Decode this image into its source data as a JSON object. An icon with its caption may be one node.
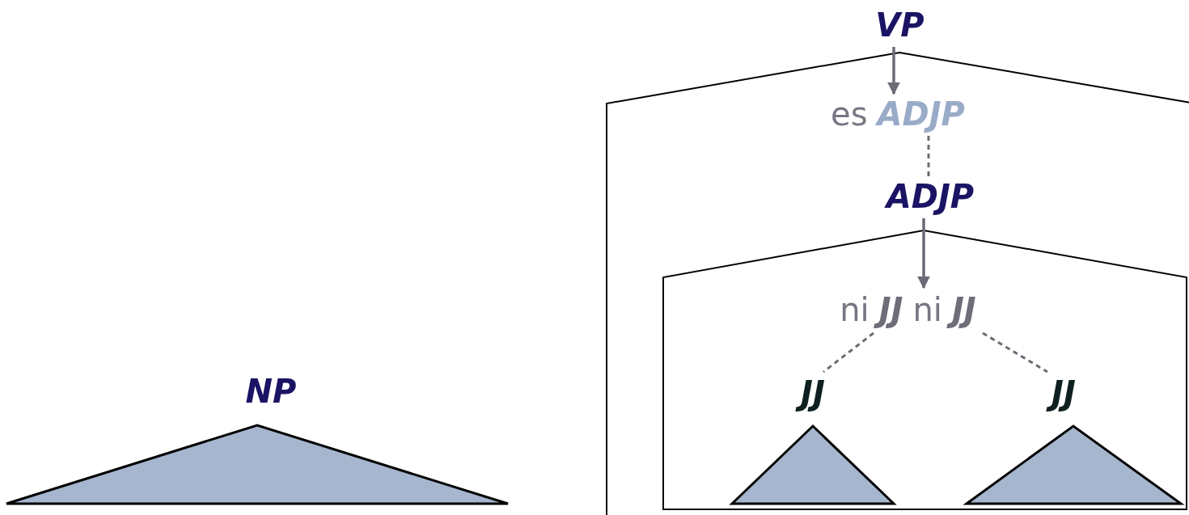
{
  "diagram": {
    "nodes": [
      {
        "text": [
          "NP"
        ]
      },
      {
        "text": [],
        "shape": "triangle"
      },
      {
        "text": [
          "VP"
        ]
      },
      {
        "text": [],
        "shape": "house"
      },
      {
        "text": [
          "es",
          "ADJP"
        ],
        "in": 3
      },
      {
        "text": [
          "ADJP"
        ],
        "in": 3
      },
      {
        "text": [],
        "shape": "house",
        "in": 3
      },
      {
        "text": [
          "ni",
          "JJ",
          "ni",
          "JJ"
        ],
        "in": 6
      },
      {
        "text": [
          "JJ"
        ],
        "in": 6
      },
      {
        "text": [
          "JJ"
        ],
        "in": 6
      },
      {
        "text": [],
        "shape": "triangle",
        "in": 6
      },
      {
        "text": [],
        "shape": "triangle",
        "in": 6
      }
    ],
    "edges": [
      {
        "from": 2,
        "to": 4,
        "arrow": "to"
      },
      {
        "from": 4,
        "to": 5,
        "arrow": "none",
        "style": "dashed"
      },
      {
        "from": 5,
        "to": 7,
        "arrow": "to"
      },
      {
        "from": 7,
        "to": 8,
        "arrow": "none",
        "style": "dashed"
      },
      {
        "from": 7,
        "to": 9,
        "arrow": "none",
        "style": "dashed"
      }
    ]
  }
}
